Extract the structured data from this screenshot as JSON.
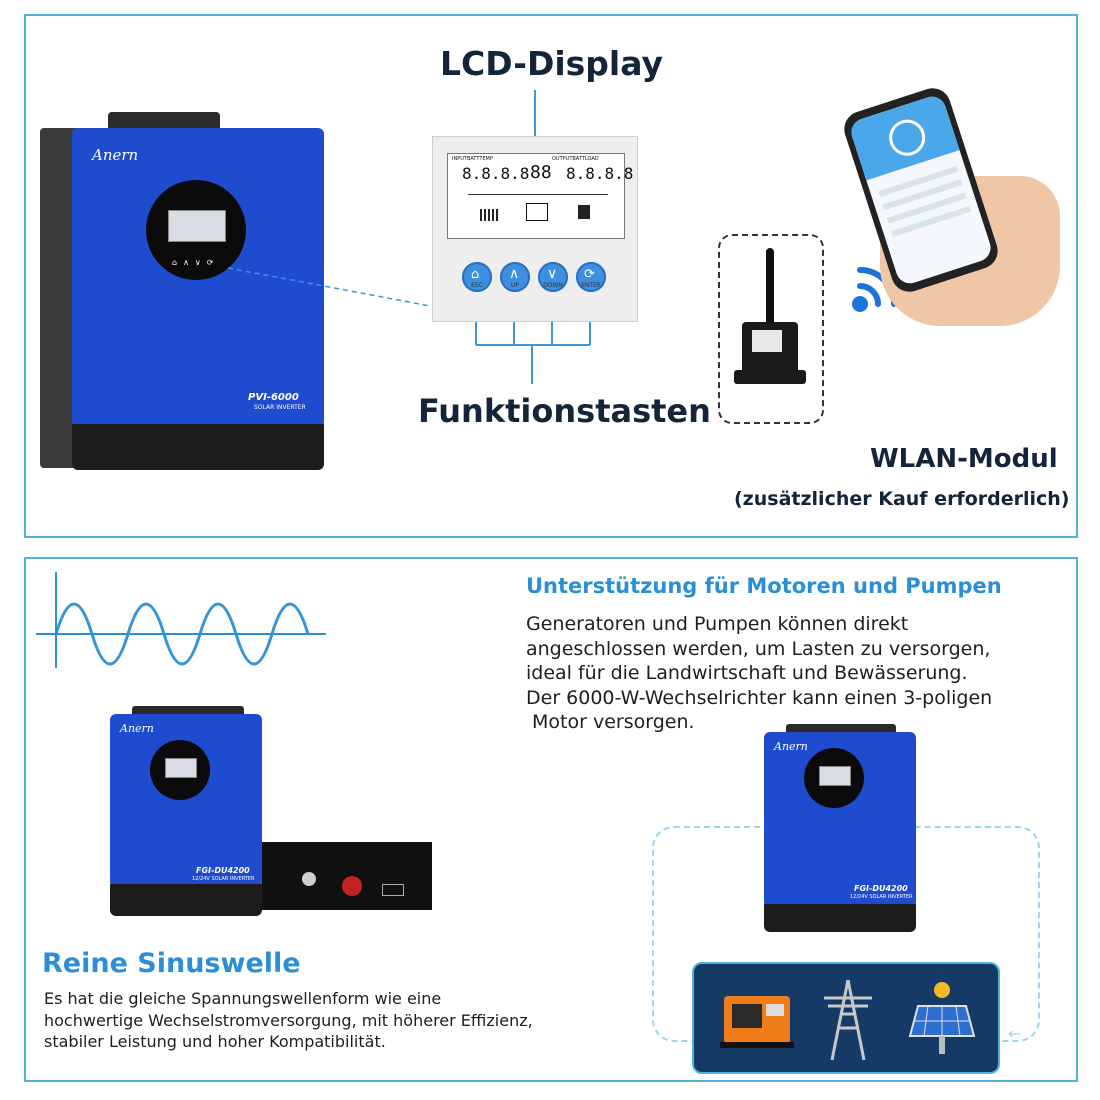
{
  "top": {
    "lcd_title": "LCD-Display",
    "buttons_title": "Funktionstasten",
    "wifi_title": "WLAN-Modul",
    "wifi_note": "(zusätzlicher Kauf erforderlich)",
    "inverter_logo": "Anern",
    "inverter_model": "PVI-6000",
    "inverter_sub": "SOLAR INVERTER",
    "lcd_panel": {
      "top_labels": [
        "INPUTBATTTEMP",
        "OUTPUTBATTLOAD"
      ],
      "buttons": [
        {
          "label": "ESC",
          "icon": "home-icon"
        },
        {
          "label": "UP",
          "icon": "up-icon"
        },
        {
          "label": "DOWN",
          "icon": "down-icon"
        },
        {
          "label": "ENTER",
          "icon": "enter-icon"
        }
      ]
    }
  },
  "bottom": {
    "motor_title": "Unterstützung für Motoren und Pumpen",
    "motor_lines": [
      "Generatoren und Pumpen können direkt",
      "angeschlossen werden, um Lasten zu versorgen,",
      "ideal für die Landwirtschaft und Bewässerung.",
      "Der 6000-W-Wechselrichter kann einen 3-poligen",
      " Motor versorgen."
    ],
    "sine_title": "Reine Sinuswelle",
    "sine_lines": [
      "Es hat die gleiche Spannungswellenform wie eine",
      "hochwertige Wechselstromversorgung, mit höherer Effizienz,",
      "stabiler Leistung und hoher Kompatibilität."
    ],
    "inverter_logo": "Anern",
    "inverter_model": "FGI-DU4200",
    "inverter_sub": "12/24V SOLAR INVERTER",
    "sources": [
      "generator-icon",
      "power-tower-icon",
      "solar-panel-icon"
    ]
  },
  "colors": {
    "frame": "#4fb4d8",
    "inverter_blue": "#1f4bcf",
    "accent_blue": "#2b8fd6",
    "dark_title": "#14243a"
  }
}
